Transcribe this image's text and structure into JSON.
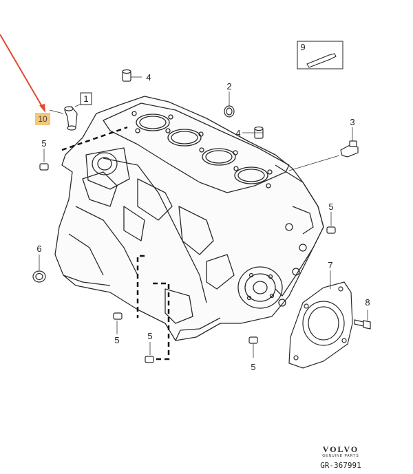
{
  "diagram": {
    "callouts": {
      "c1": "1",
      "c2": "2",
      "c3": "3",
      "c4a": "4",
      "c4b": "4",
      "c5a": "5",
      "c5b": "5",
      "c5c": "5",
      "c5d": "5",
      "c5e": "5",
      "c6": "6",
      "c7": "7",
      "c8": "8",
      "c9": "9",
      "c10": "10"
    },
    "highlight_color": "#f4c77a",
    "arrow_color": "#e04a2f"
  },
  "footer": {
    "brand": "VOLVO",
    "brand_sub": "GENUINE PARTS",
    "doc_id": "GR-367991"
  }
}
